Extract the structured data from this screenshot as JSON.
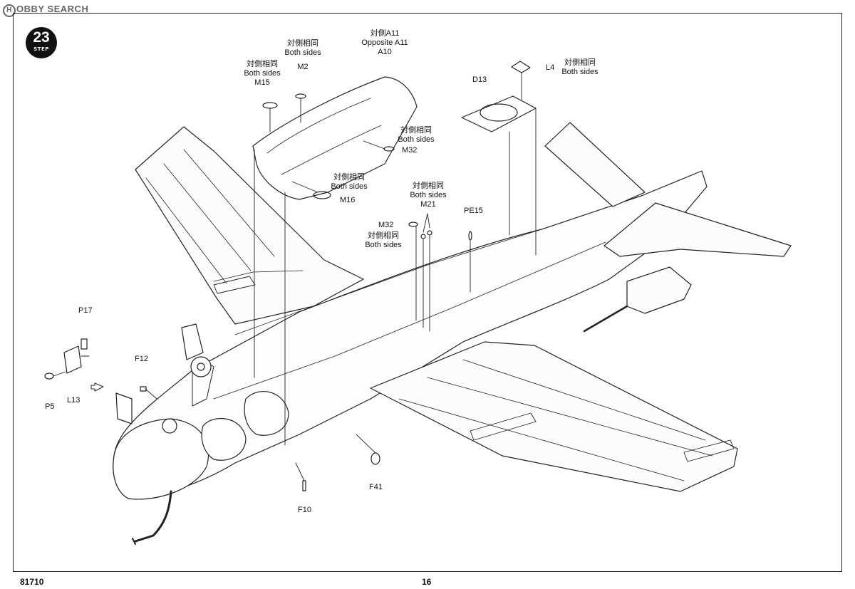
{
  "watermark": {
    "logo": "H",
    "text": "OBBY SEARCH"
  },
  "step": {
    "number": "23",
    "word": "STEP"
  },
  "labels": {
    "a11_cn": "対側A11",
    "a11_en": "Opposite A11",
    "a10": "A10",
    "m2_cn": "対側相同",
    "m2_en": "Both sides",
    "m2": "M2",
    "m15_cn": "対側相同",
    "m15_en": "Both sides",
    "m15": "M15",
    "m32a_cn": "対側相同",
    "m32a_en": "Both sides",
    "m32a": "M32",
    "m16_cn": "対側相同",
    "m16_en": "Both sides",
    "m16": "M16",
    "d13": "D13",
    "l4": "L4",
    "l4_cn": "対側相同",
    "l4_en": "Both sides",
    "m21_cn": "対側相同",
    "m21_en": "Both sides",
    "m21": "M21",
    "pe15": "PE15",
    "m32b": "M32",
    "m32b_cn": "対側相同",
    "m32b_en": "Both sides",
    "p17": "P17",
    "p5": "P5",
    "l13": "L13",
    "f12": "F12",
    "f41": "F41",
    "f10": "F10"
  },
  "footer": {
    "catalog": "81710",
    "page": "16"
  }
}
